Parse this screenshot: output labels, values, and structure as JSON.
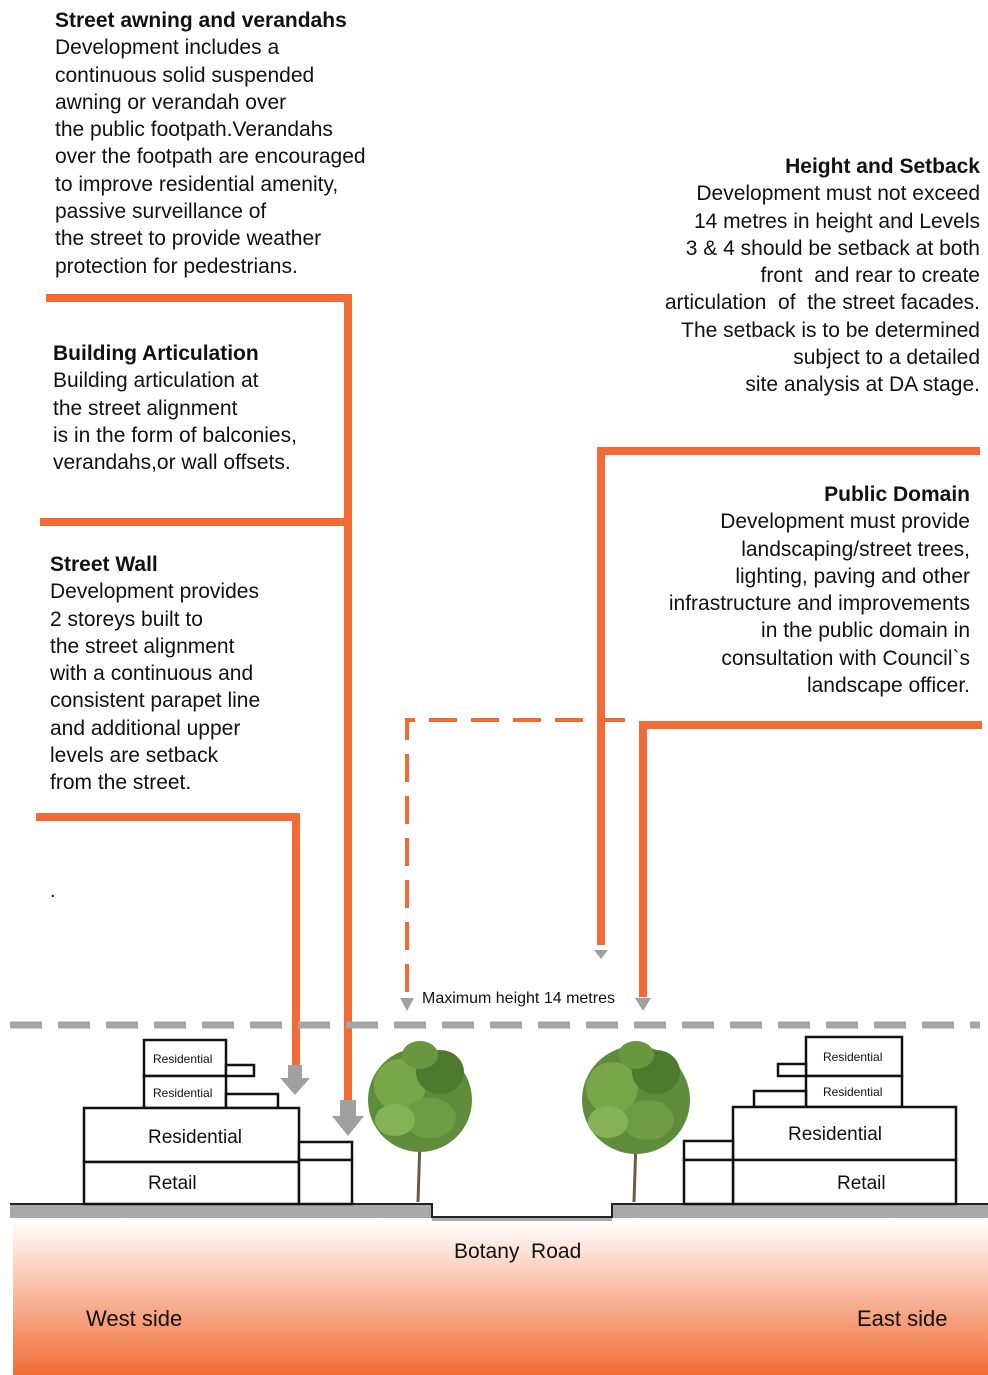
{
  "blocks": {
    "awning": {
      "title": "Street awning and verandahs",
      "lines": [
        "Development includes a",
        "continuous solid suspended",
        "awning or verandah over",
        "the public footpath.Verandahs",
        "over the footpath are encouraged",
        "to improve residential amenity,",
        "passive surveillance of",
        "the street to provide weather",
        "protection for pedestrians."
      ]
    },
    "articulation": {
      "title": "Building Articulation",
      "lines": [
        "Building articulation at",
        "the street alignment",
        "is in the form of balconies,",
        "verandahs,or wall offsets."
      ]
    },
    "street_wall": {
      "title": "Street Wall",
      "lines": [
        "Development provides",
        "2 storeys built to",
        "the street alignment",
        "with a continuous and",
        "consistent parapet line",
        "and additional upper",
        "levels are setback",
        "from the street."
      ]
    },
    "height": {
      "title": "Height and Setback",
      "lines": [
        "Development must not exceed",
        "14 metres in height and Levels",
        "3 & 4 should be setback at both",
        "front  and rear to create",
        "articulation  of  the street facades.",
        "The setback is to be determined",
        "subject to a detailed",
        "site analysis at DA stage."
      ]
    },
    "public": {
      "title": "Public Domain",
      "lines": [
        "Development must provide",
        "landscaping/street trees,",
        "lighting, paving and other",
        "infrastructure and improvements",
        "in the public domain in",
        "consultation with Council`s",
        "landscape officer."
      ]
    }
  },
  "stray_dot": ".",
  "max_height_label": "Maximum height 14 metres",
  "buildings": {
    "west": {
      "upper1": "Residential",
      "upper2": "Residential",
      "main": "Residential",
      "ground": "Retail"
    },
    "east": {
      "upper1": "Residential",
      "upper2": "Residential",
      "main": "Residential",
      "ground": "Retail"
    }
  },
  "road_label": "Botany  Road",
  "west_label": "West side",
  "east_label": "East side",
  "colors": {
    "leader": "#f26a36",
    "dash": "#a6a6a6",
    "arrow": "#a0a0a0",
    "ground": "#a9a9a9",
    "gradient_bottom": "#f26b36"
  }
}
